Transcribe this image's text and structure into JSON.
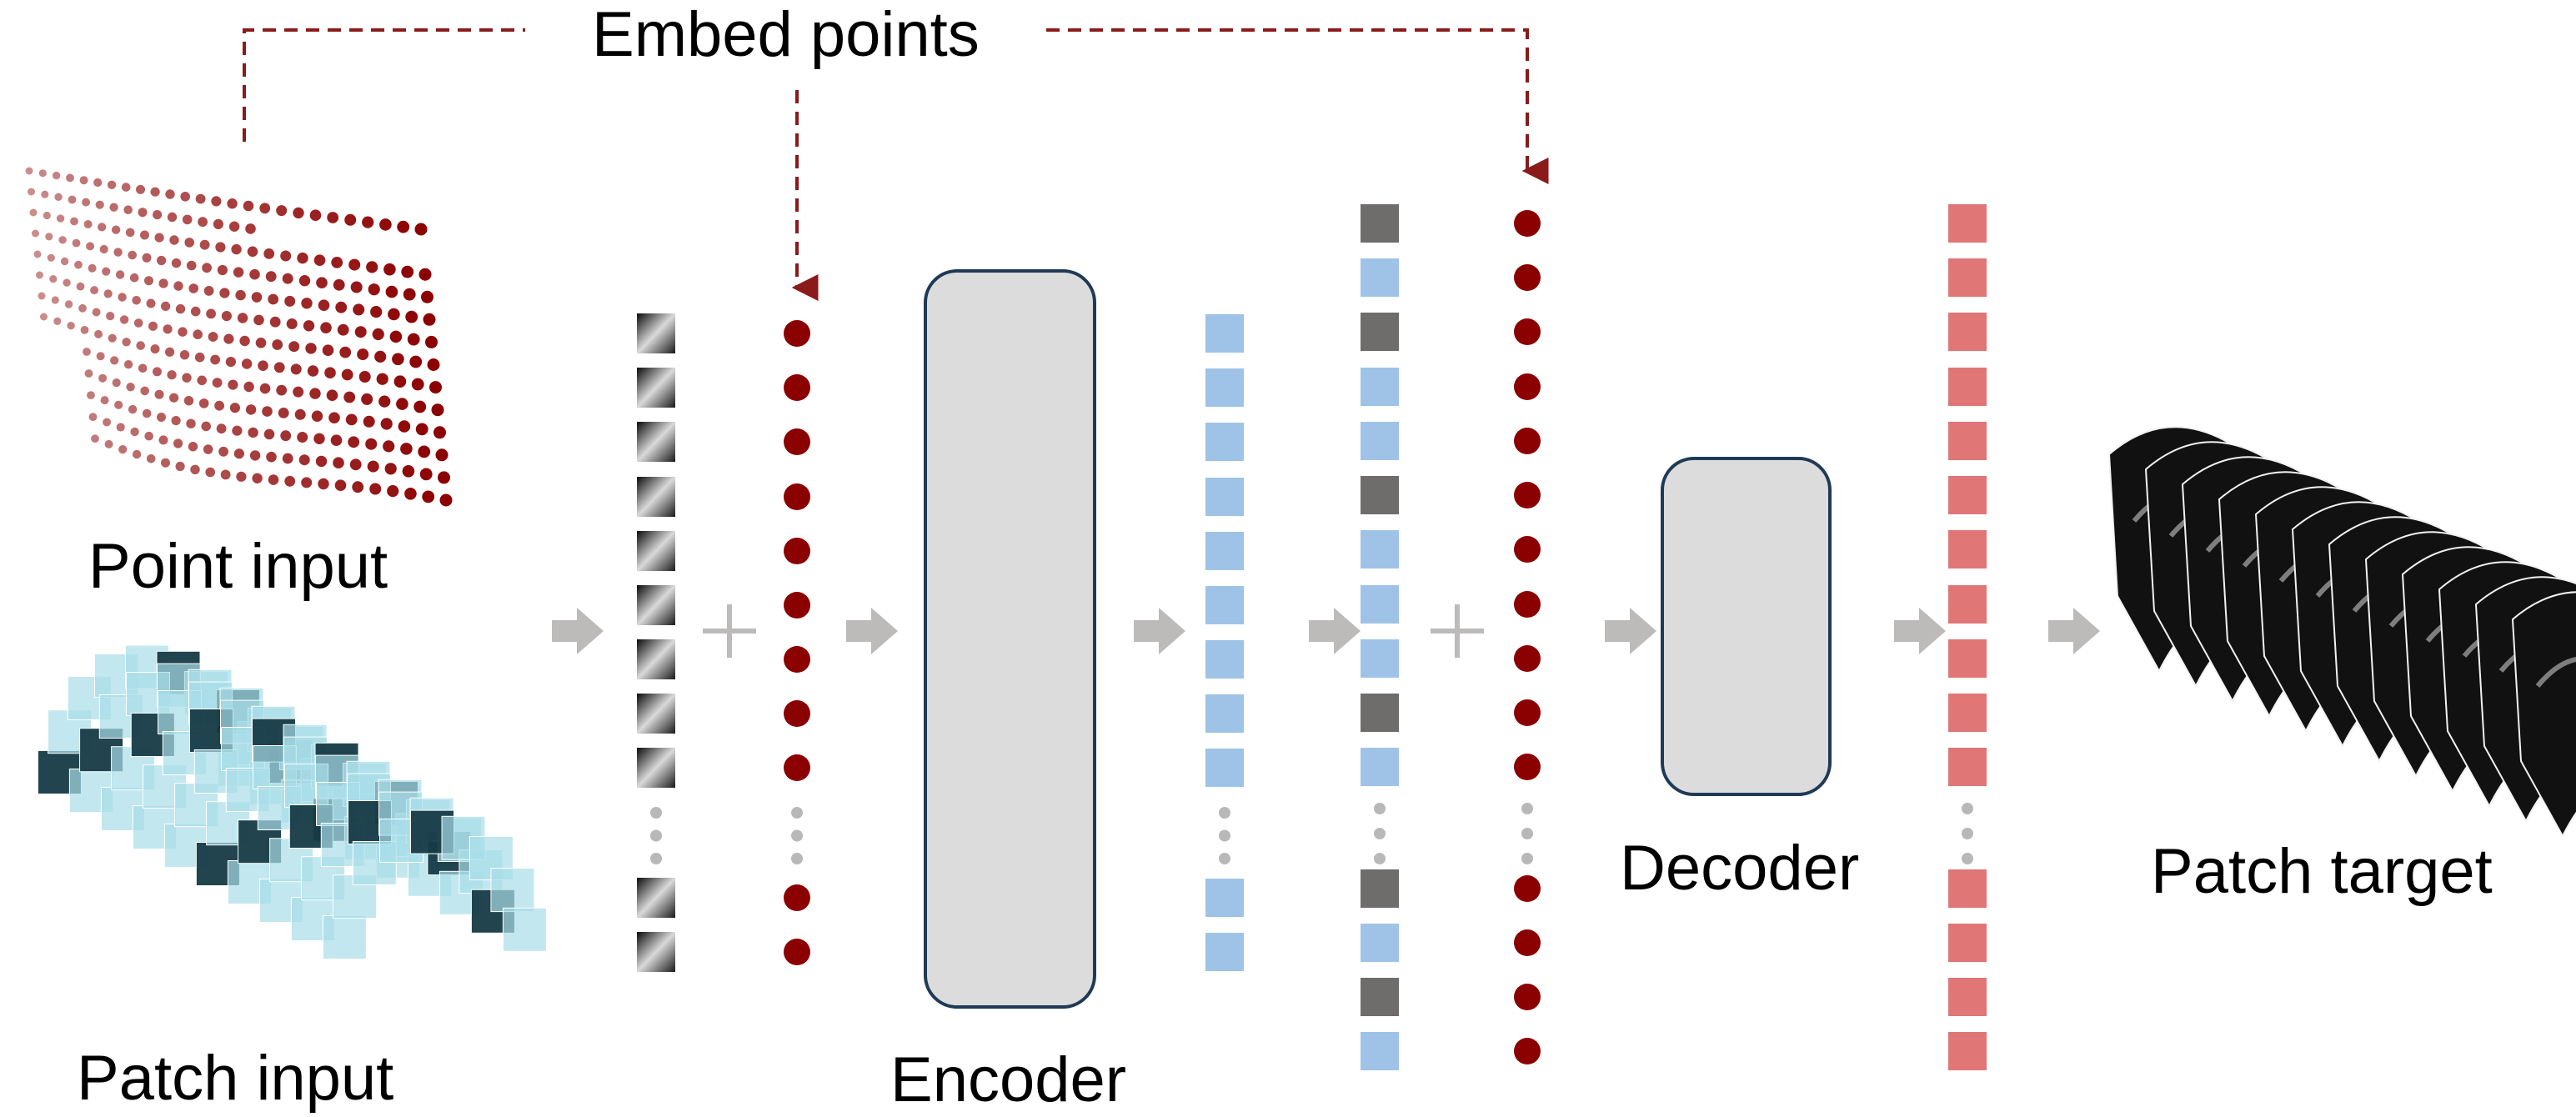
{
  "labels": {
    "embed_points": "Embed points",
    "point_input": "Point input",
    "patch_input": "Patch input",
    "encoder": "Encoder",
    "decoder": "Decoder",
    "patch_target": "Patch target"
  },
  "operators": {
    "plus": "+"
  },
  "colors": {
    "embed_dot": "#8b0000",
    "embed_arrow": "#8b1a1a",
    "visible_token": "#9fc3e6",
    "mask_token": "#6f6c6c",
    "output_token": "#e07676",
    "flow_arrow": "#bdbaba",
    "block_fill": "#dcdcdc",
    "block_border": "#1f3a56",
    "patch_tile": "#a8dde8",
    "patch_dark": "#163a46"
  },
  "icons": {
    "flow_arrow": "right-arrow-icon",
    "ellipsis": "vertical-ellipsis-icon"
  },
  "token_columns": {
    "patch_tokens": {
      "count_top": 9,
      "count_bottom": 2
    },
    "embed_dots_input": {
      "count_top": 9,
      "count_bottom": 2
    },
    "encoder_outputs": {
      "count_top": 9,
      "count_bottom": 2
    },
    "full_sequence": {
      "pattern_top": [
        "mask",
        "visible",
        "mask",
        "visible",
        "visible",
        "mask",
        "visible",
        "visible",
        "visible",
        "mask",
        "visible"
      ],
      "pattern_bottom": [
        "mask",
        "visible",
        "mask",
        "visible"
      ]
    },
    "embed_dots_decoder": {
      "count_top": 11,
      "count_bottom": 4
    },
    "decoder_outputs": {
      "count_top": 11,
      "count_bottom": 4
    }
  }
}
